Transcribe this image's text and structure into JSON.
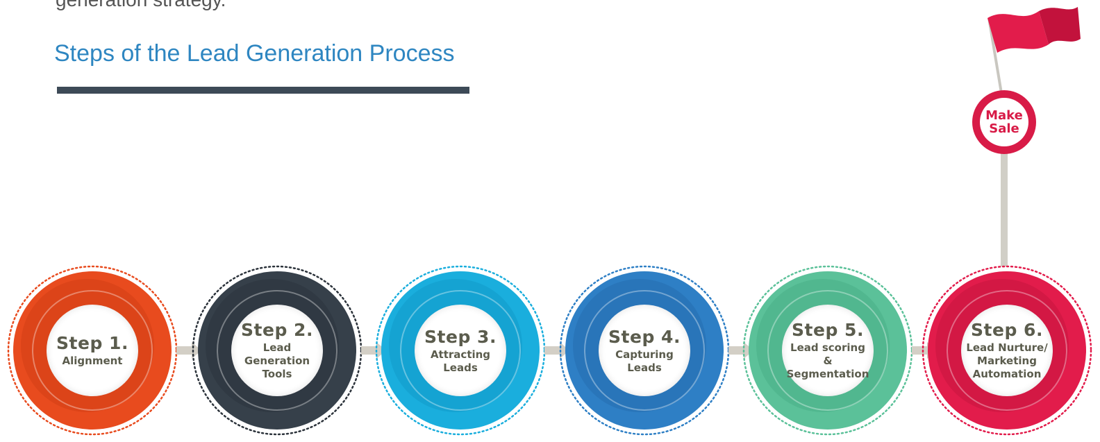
{
  "intro_text": "generation strategy.",
  "heading": "Steps of the Lead Generation Process",
  "steps": [
    {
      "number": "Step 1.",
      "label": "Alignment",
      "color": "#e84b1e",
      "dark": "#c63a12",
      "dots": "#e84b1e"
    },
    {
      "number": "Step 2.",
      "label": "Lead Generation Tools",
      "color": "#36404a",
      "dark": "#262e36",
      "dots": "#2b323a"
    },
    {
      "number": "Step 3.",
      "label": "Attracting Leads",
      "color": "#1aaedd",
      "dark": "#0f8fbd",
      "dots": "#1aaedd"
    },
    {
      "number": "Step 4.",
      "label": "Capturing Leads",
      "color": "#2e7fc5",
      "dark": "#1f63a3",
      "dots": "#2e7fc5"
    },
    {
      "number": "Step 5.",
      "label": "Lead scoring & Segmentation",
      "color": "#5bc199",
      "dark": "#3fa57e",
      "dots": "#5bc199"
    },
    {
      "number": "Step 6.",
      "label": "Lead Nurture/ Marketing Automation",
      "color": "#e21c4b",
      "dark": "#b8123a",
      "dots": "#e21c4b"
    }
  ],
  "finish": {
    "label": "Make Sale",
    "color": "#d81b47"
  },
  "colors": {
    "arrow": "#d3cfc6",
    "divider": "#3d4a57",
    "heading": "#2e86c1"
  }
}
